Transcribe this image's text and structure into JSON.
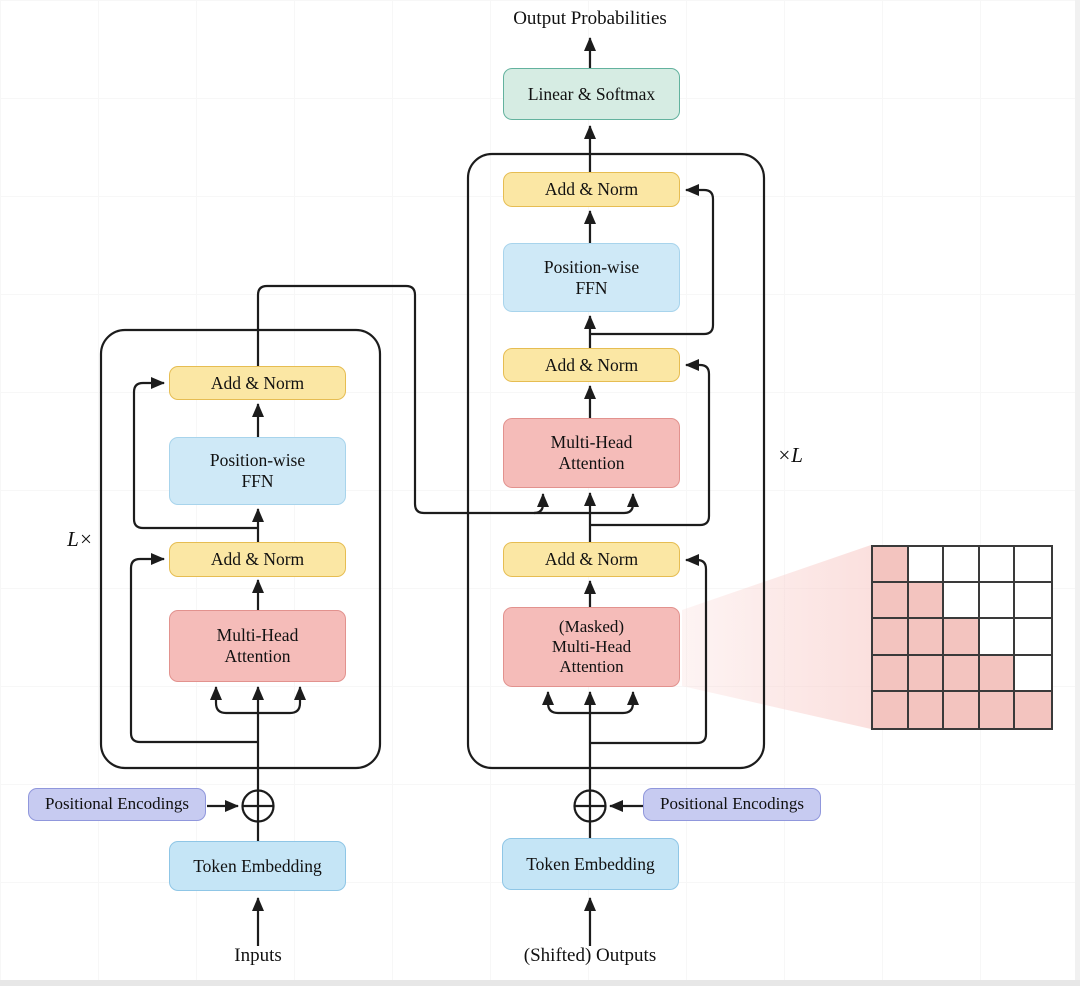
{
  "diagram": {
    "output_label": "Output Probabilities",
    "linear_softmax_label": "Linear & Softmax",
    "add_norm_label": "Add & Norm",
    "ffn_label_line1": "Position-wise",
    "ffn_label_line2": "FFN",
    "attention_label_line1": "Multi-Head",
    "attention_label_line2": "Attention",
    "masked_attention_label_line1": "(Masked)",
    "masked_attention_label_line2": "Multi-Head",
    "masked_attention_label_line3": "Attention",
    "token_embedding_label": "Token Embedding",
    "positional_encodings_label": "Positional Encodings",
    "inputs_label": "Inputs",
    "shifted_outputs_label": "(Shifted) Outputs",
    "encoder_repeat_label": "L×",
    "decoder_repeat_label": "×L",
    "plus_symbol": "⊕"
  },
  "colors": {
    "line": "#1c1c1c",
    "add_norm_fill": "#FBE7A4",
    "add_norm_border": "#E6BD52",
    "attention_fill": "#F5BCB9",
    "attention_border": "#E2928E",
    "ffn_fill": "#CFE9F7",
    "ffn_border": "#A8D4EC",
    "embedding_fill": "#C5E5F6",
    "embedding_border": "#8FC6E6",
    "softmax_fill": "#D6ECE3",
    "softmax_border": "#63B29E",
    "positional_fill": "#C7CBF1",
    "positional_border": "#9097DC",
    "mask_cell_fill": "#F3C4BF",
    "mask_grid_line": "#3a3a3a",
    "beam_fill": "#F8CDCA"
  },
  "mask_matrix": {
    "rows": 5,
    "cols": 5,
    "filled": [
      [
        1,
        0,
        0,
        0,
        0
      ],
      [
        1,
        1,
        0,
        0,
        0
      ],
      [
        1,
        1,
        1,
        0,
        0
      ],
      [
        1,
        1,
        1,
        1,
        0
      ],
      [
        1,
        1,
        1,
        1,
        1
      ]
    ]
  }
}
